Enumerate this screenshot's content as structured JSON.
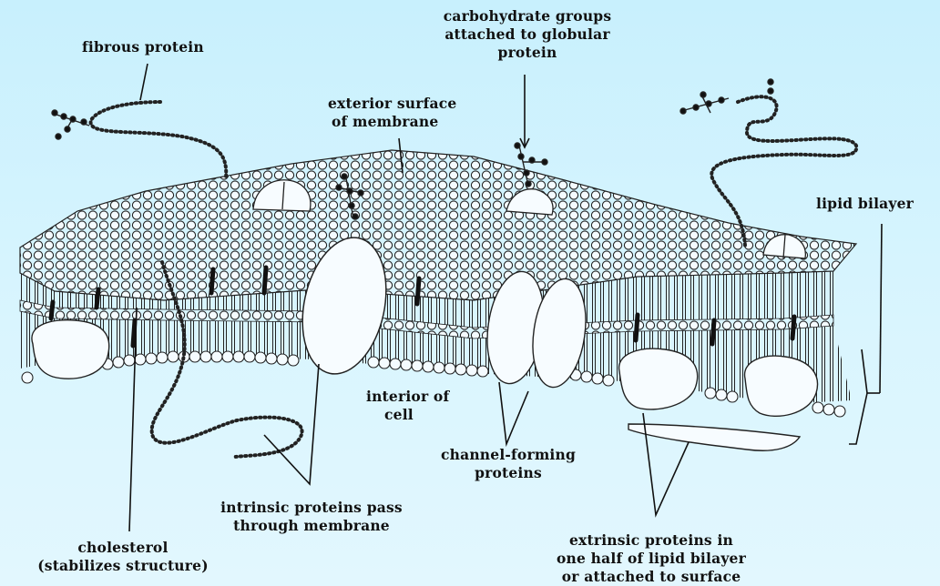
{
  "labels": {
    "fibrous": "fibrous protein",
    "carbohydrate": [
      "carbohydrate groups",
      "attached to globular",
      "protein"
    ],
    "exterior": [
      "exterior surface",
      "of membrane"
    ],
    "lipid": "lipid bilayer",
    "interior": [
      "interior of",
      "cell"
    ],
    "channel": [
      "channel-forming",
      "proteins"
    ],
    "intrinsic": [
      "intrinsic proteins pass",
      "through membrane"
    ],
    "cholesterol": [
      "cholesterol",
      "(stabilizes structure)"
    ],
    "extrinsic": [
      "extrinsic proteins in",
      "one half of lipid bilayer",
      "or attached to surface"
    ]
  }
}
